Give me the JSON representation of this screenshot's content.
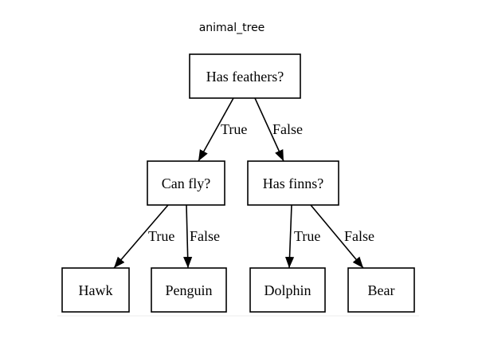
{
  "title": "animal_tree",
  "nodes": {
    "root": "Has feathers?",
    "can_fly": "Can fly?",
    "has_finns": "Has finns?",
    "hawk": "Hawk",
    "penguin": "Penguin",
    "dolphin": "Dolphin",
    "bear": "Bear"
  },
  "edges": [
    {
      "from": "root",
      "to": "can_fly",
      "label": "True"
    },
    {
      "from": "root",
      "to": "has_finns",
      "label": "False"
    },
    {
      "from": "can_fly",
      "to": "hawk",
      "label": "True"
    },
    {
      "from": "can_fly",
      "to": "penguin",
      "label": "False"
    },
    {
      "from": "has_finns",
      "to": "dolphin",
      "label": "True"
    },
    {
      "from": "has_finns",
      "to": "bear",
      "label": "False"
    }
  ]
}
